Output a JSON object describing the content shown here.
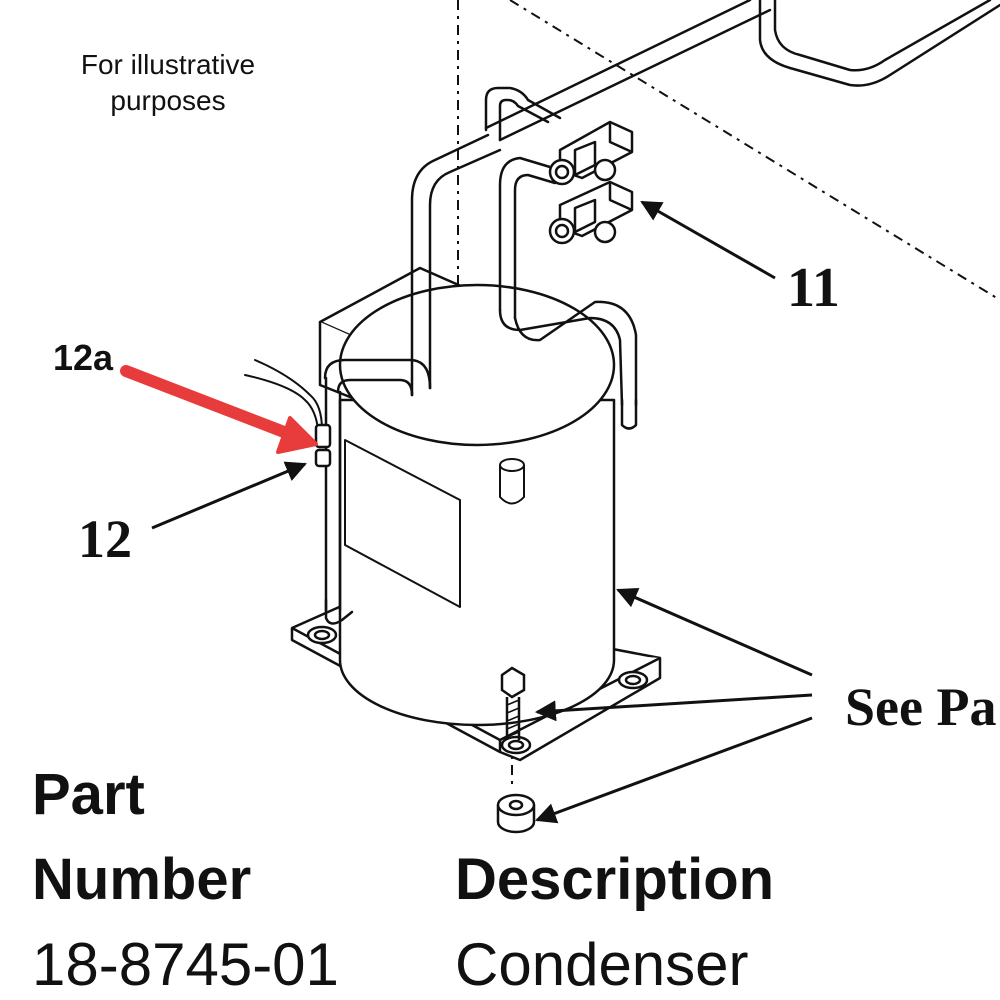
{
  "note": {
    "line1": "For illustrative",
    "line2": "purposes"
  },
  "callouts": {
    "c11": "11",
    "c12": "12",
    "c12a": "12a",
    "see": "See Pa"
  },
  "table": {
    "part_header_line1": "Part",
    "part_header_line2": "Number",
    "description_header": "Description",
    "part_number": "18-8745-01",
    "description": "Condenser"
  },
  "colors": {
    "line": "#111111",
    "highlight_arrow": "#e83b3b",
    "background": "#ffffff"
  },
  "icons": {
    "highlight_arrow": "red-arrow-icon",
    "leader_arrow": "arrow-icon"
  }
}
